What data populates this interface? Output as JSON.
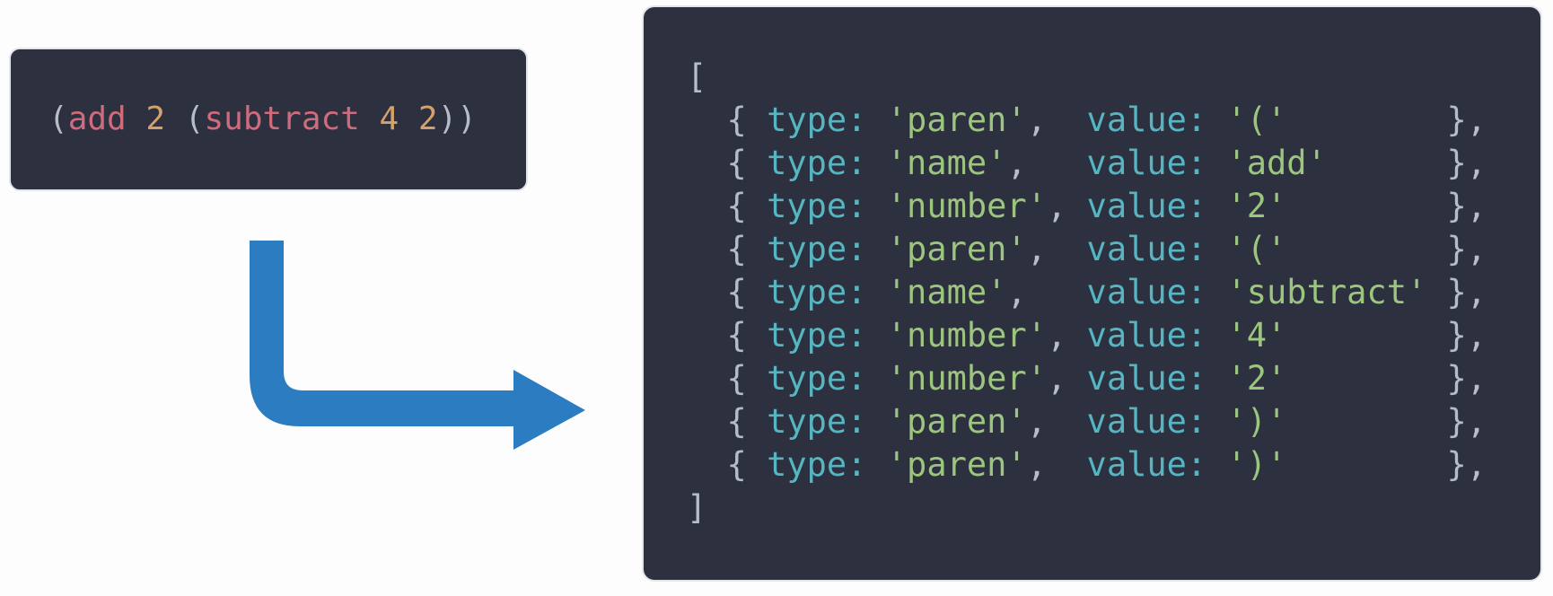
{
  "colors": {
    "page_bg": "#fdfdfe",
    "panel_bg": "#2d303e",
    "panel_border": "#e3e5ea",
    "arrow": "#2b7cc0",
    "punct": "#b6bdc8",
    "func": "#cf6b7c",
    "num": "#d4a06c",
    "key": "#56b5c2",
    "str": "#9cc57e"
  },
  "source_panel": {
    "code_text": "(add 2 (subtract 4 2))",
    "segments": [
      {
        "t": "(",
        "s": "punct"
      },
      {
        "t": "add",
        "s": "func"
      },
      {
        "t": " ",
        "s": "punct"
      },
      {
        "t": "2",
        "s": "num"
      },
      {
        "t": " ",
        "s": "punct"
      },
      {
        "t": "(",
        "s": "punct"
      },
      {
        "t": "subtract",
        "s": "func"
      },
      {
        "t": " ",
        "s": "punct"
      },
      {
        "t": "4",
        "s": "num"
      },
      {
        "t": " ",
        "s": "punct"
      },
      {
        "t": "2",
        "s": "num"
      },
      {
        "t": "))",
        "s": "punct"
      }
    ]
  },
  "arrow": {
    "meaning": "tokenizes-into",
    "color": "#2b7cc0"
  },
  "tokens_panel": {
    "tokens": [
      {
        "type": "paren",
        "value": "("
      },
      {
        "type": "name",
        "value": "add"
      },
      {
        "type": "number",
        "value": "2"
      },
      {
        "type": "paren",
        "value": "("
      },
      {
        "type": "name",
        "value": "subtract"
      },
      {
        "type": "number",
        "value": "4"
      },
      {
        "type": "number",
        "value": "2"
      },
      {
        "type": "paren",
        "value": ")"
      },
      {
        "type": "paren",
        "value": ")"
      }
    ],
    "lines": [
      [
        {
          "t": "[",
          "s": "punct"
        }
      ],
      [
        {
          "t": "  { ",
          "s": "punct"
        },
        {
          "t": "type:",
          "s": "key"
        },
        {
          "t": " ",
          "s": "punct"
        },
        {
          "t": "'paren'",
          "s": "str"
        },
        {
          "t": ",  ",
          "s": "punct"
        },
        {
          "t": "value:",
          "s": "key"
        },
        {
          "t": " ",
          "s": "punct"
        },
        {
          "t": "'('",
          "s": "str"
        },
        {
          "t": "        },",
          "s": "punct"
        }
      ],
      [
        {
          "t": "  { ",
          "s": "punct"
        },
        {
          "t": "type:",
          "s": "key"
        },
        {
          "t": " ",
          "s": "punct"
        },
        {
          "t": "'name'",
          "s": "str"
        },
        {
          "t": ",   ",
          "s": "punct"
        },
        {
          "t": "value:",
          "s": "key"
        },
        {
          "t": " ",
          "s": "punct"
        },
        {
          "t": "'add'",
          "s": "str"
        },
        {
          "t": "      },",
          "s": "punct"
        }
      ],
      [
        {
          "t": "  { ",
          "s": "punct"
        },
        {
          "t": "type:",
          "s": "key"
        },
        {
          "t": " ",
          "s": "punct"
        },
        {
          "t": "'number'",
          "s": "str"
        },
        {
          "t": ", ",
          "s": "punct"
        },
        {
          "t": "value:",
          "s": "key"
        },
        {
          "t": " ",
          "s": "punct"
        },
        {
          "t": "'2'",
          "s": "str"
        },
        {
          "t": "        },",
          "s": "punct"
        }
      ],
      [
        {
          "t": "  { ",
          "s": "punct"
        },
        {
          "t": "type:",
          "s": "key"
        },
        {
          "t": " ",
          "s": "punct"
        },
        {
          "t": "'paren'",
          "s": "str"
        },
        {
          "t": ",  ",
          "s": "punct"
        },
        {
          "t": "value:",
          "s": "key"
        },
        {
          "t": " ",
          "s": "punct"
        },
        {
          "t": "'('",
          "s": "str"
        },
        {
          "t": "        },",
          "s": "punct"
        }
      ],
      [
        {
          "t": "  { ",
          "s": "punct"
        },
        {
          "t": "type:",
          "s": "key"
        },
        {
          "t": " ",
          "s": "punct"
        },
        {
          "t": "'name'",
          "s": "str"
        },
        {
          "t": ",   ",
          "s": "punct"
        },
        {
          "t": "value:",
          "s": "key"
        },
        {
          "t": " ",
          "s": "punct"
        },
        {
          "t": "'subtract'",
          "s": "str"
        },
        {
          "t": " },",
          "s": "punct"
        }
      ],
      [
        {
          "t": "  { ",
          "s": "punct"
        },
        {
          "t": "type:",
          "s": "key"
        },
        {
          "t": " ",
          "s": "punct"
        },
        {
          "t": "'number'",
          "s": "str"
        },
        {
          "t": ", ",
          "s": "punct"
        },
        {
          "t": "value:",
          "s": "key"
        },
        {
          "t": " ",
          "s": "punct"
        },
        {
          "t": "'4'",
          "s": "str"
        },
        {
          "t": "        },",
          "s": "punct"
        }
      ],
      [
        {
          "t": "  { ",
          "s": "punct"
        },
        {
          "t": "type:",
          "s": "key"
        },
        {
          "t": " ",
          "s": "punct"
        },
        {
          "t": "'number'",
          "s": "str"
        },
        {
          "t": ", ",
          "s": "punct"
        },
        {
          "t": "value:",
          "s": "key"
        },
        {
          "t": " ",
          "s": "punct"
        },
        {
          "t": "'2'",
          "s": "str"
        },
        {
          "t": "        },",
          "s": "punct"
        }
      ],
      [
        {
          "t": "  { ",
          "s": "punct"
        },
        {
          "t": "type:",
          "s": "key"
        },
        {
          "t": " ",
          "s": "punct"
        },
        {
          "t": "'paren'",
          "s": "str"
        },
        {
          "t": ",  ",
          "s": "punct"
        },
        {
          "t": "value:",
          "s": "key"
        },
        {
          "t": " ",
          "s": "punct"
        },
        {
          "t": "')'",
          "s": "str"
        },
        {
          "t": "        },",
          "s": "punct"
        }
      ],
      [
        {
          "t": "  { ",
          "s": "punct"
        },
        {
          "t": "type:",
          "s": "key"
        },
        {
          "t": " ",
          "s": "punct"
        },
        {
          "t": "'paren'",
          "s": "str"
        },
        {
          "t": ",  ",
          "s": "punct"
        },
        {
          "t": "value:",
          "s": "key"
        },
        {
          "t": " ",
          "s": "punct"
        },
        {
          "t": "')'",
          "s": "str"
        },
        {
          "t": "        },",
          "s": "punct"
        }
      ],
      [
        {
          "t": "]",
          "s": "punct"
        }
      ]
    ]
  }
}
